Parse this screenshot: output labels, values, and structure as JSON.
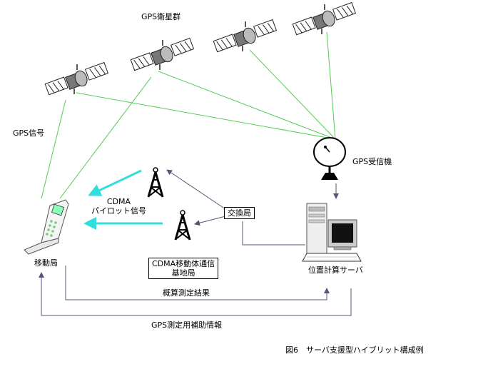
{
  "labels": {
    "satellites": "GPS衛星群",
    "gps_signal": "GPS信号",
    "gps_receiver": "GPS受信機",
    "cdma_pilot": "CDMA\nパイロット信号",
    "exchange": "交換局",
    "mobile": "移動局",
    "base_station": "CDMA移動体通信\n基地局",
    "server": "位置計算サーバ",
    "rough_result": "概算測定結果",
    "assist_info": "GPS測定用補助情報",
    "caption": "図6　サーバ支援型ハイブリット構成例"
  },
  "colors": {
    "gps_link": "#55cc55",
    "pilot_arrow": "#33dddd",
    "network_line": "#555577"
  }
}
